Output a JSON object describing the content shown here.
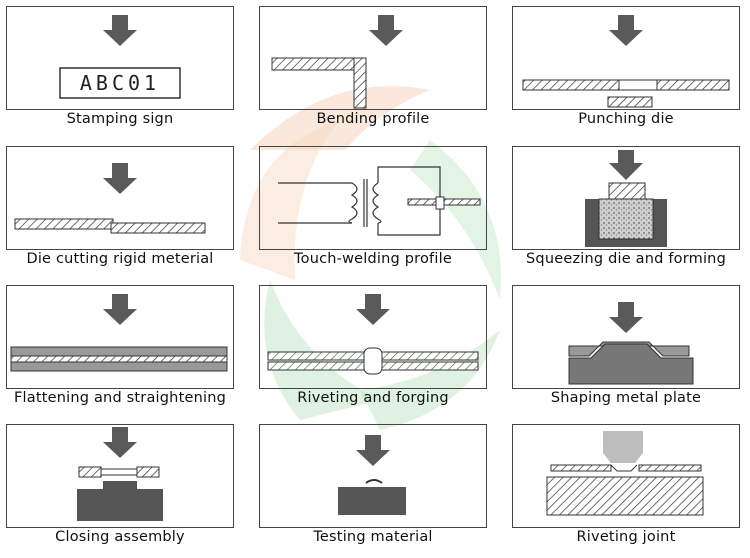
{
  "panels": [
    {
      "caption": "Stamping sign",
      "stamp_text": "ABC01"
    },
    {
      "caption": "Bending profile"
    },
    {
      "caption": "Punching die"
    },
    {
      "caption": "Die cutting rigid meterial"
    },
    {
      "caption": "Touch-welding profile"
    },
    {
      "caption": "Squeezing die and forming"
    },
    {
      "caption": "Flattening and straightening"
    },
    {
      "caption": "Riveting and forging"
    },
    {
      "caption": "Shaping metal plate"
    },
    {
      "caption": "Closing assembly"
    },
    {
      "caption": "Testing material"
    },
    {
      "caption": "Riveting joint"
    }
  ],
  "colors": {
    "arrow": "#5a5a5a",
    "outline": "#444444",
    "watermark_green": "#bfe6c4",
    "watermark_orange": "#f6d6bf"
  },
  "icons": [
    "down-arrow-icon",
    "hatched-bar-icon",
    "coil-icon"
  ]
}
